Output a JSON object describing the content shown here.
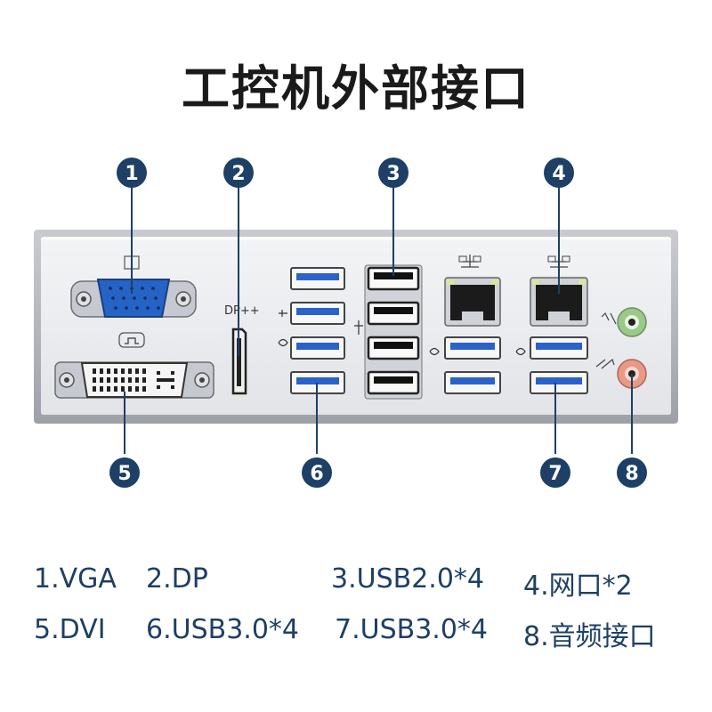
{
  "title": "工控机外部接口",
  "ports_panel": {
    "dp_label": "DP++",
    "callout_numbers": [
      "1",
      "2",
      "3",
      "4",
      "5",
      "6",
      "7",
      "8"
    ]
  },
  "legend": [
    "1.VGA",
    "2.DP",
    "3.USB2.0*4",
    "4.网口*2",
    "5.DVI",
    "6.USB3.0*4",
    "7.USB3.0*4",
    "8.音频接口"
  ],
  "colors": {
    "callout": "#1e3f66",
    "usb3_blue": "#2a62c9",
    "audio_green": "#9bc98a",
    "audio_pink": "#e89a86",
    "vga_blue": "#2563c5"
  }
}
